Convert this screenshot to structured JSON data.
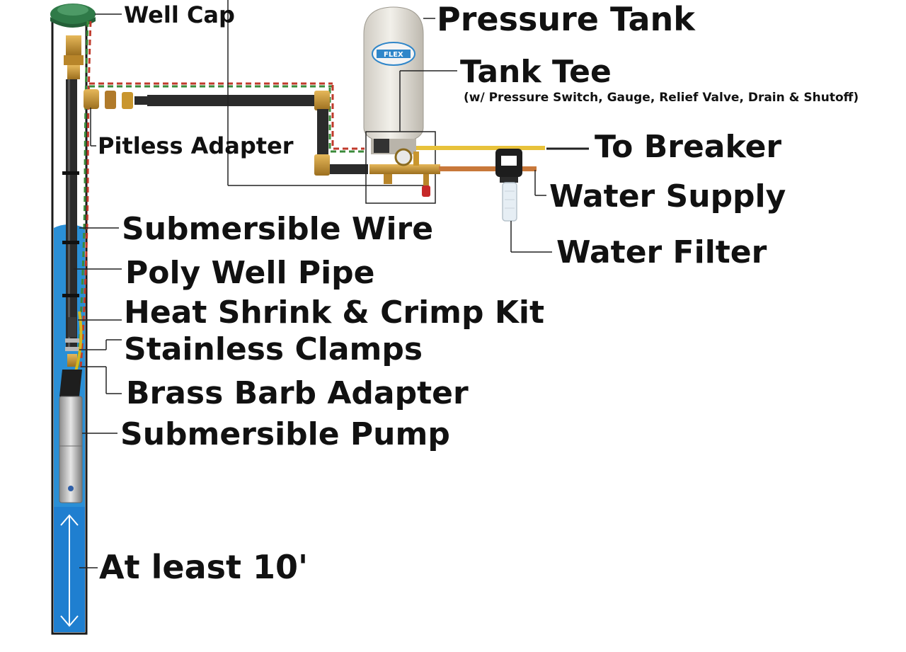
{
  "labels": {
    "well_cap": "Well Cap",
    "pressure_tank": "Pressure Tank",
    "tank_tee": "Tank Tee",
    "tank_tee_note": "(w/ Pressure Switch, Gauge, Relief Valve, Drain  & Shutoff)",
    "pitless_adapter": "Pitless Adapter",
    "to_breaker": "To Breaker",
    "water_supply": "Water Supply",
    "submersible_wire": "Submersible Wire",
    "water_filter": "Water Filter",
    "poly_well_pipe": "Poly Well Pipe",
    "heat_shrink": "Heat Shrink & Crimp Kit",
    "stainless_clamps": "Stainless Clamps",
    "brass_barb_adapter": "Brass Barb Adapter",
    "submersible_pump": "Submersible Pump",
    "depth": "At least 10'"
  },
  "tank_brand": "FLEX",
  "colors": {
    "water": "#2a8fd6",
    "casing_outline": "#1a1a1a",
    "pipe": "#2b2b2b",
    "wire_red": "#c0392b",
    "wire_green": "#3a8a3a",
    "brass": "#c9962e",
    "copper": "#c8783a",
    "tank": "#e9e7e1",
    "breaker_wire": "#e8c23a",
    "cap": "#2f7a48"
  }
}
